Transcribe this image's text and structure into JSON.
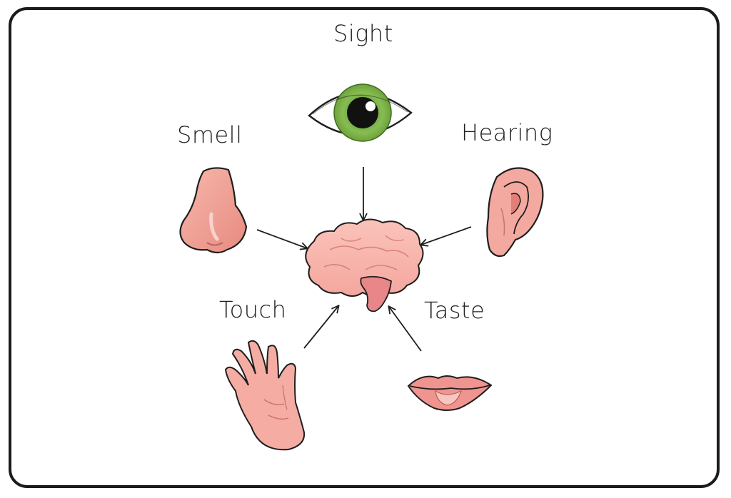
{
  "diagram": {
    "senses": {
      "sight": "Sight",
      "smell": "Smell",
      "hearing": "Hearing",
      "touch": "Touch",
      "taste": "Taste"
    },
    "icons": {
      "eye": "eye-icon",
      "nose": "nose-icon",
      "ear": "ear-icon",
      "hand": "hand-icon",
      "lips": "lips-icon",
      "brain": "brain-icon"
    },
    "colors": {
      "skin": "#f2a69a",
      "skin_shade": "#e07f78",
      "iris": "#7fb24a",
      "outline": "#1e1e1e",
      "brain_stem": "#e9868a"
    }
  }
}
